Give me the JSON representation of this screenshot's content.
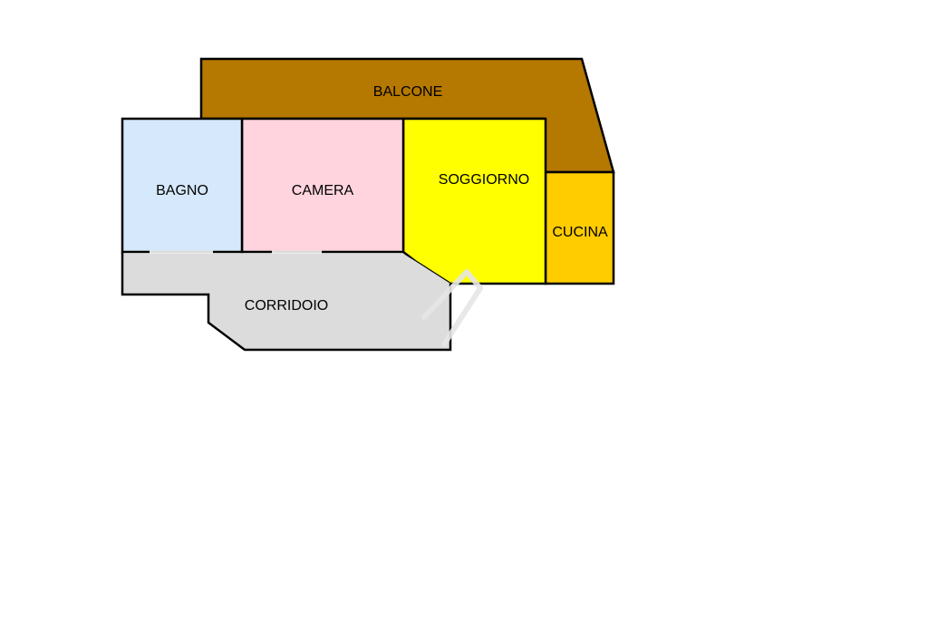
{
  "rooms": {
    "balcone": {
      "label": "BALCONE",
      "color": "#B57800"
    },
    "bagno": {
      "label": "BAGNO",
      "color": "#D6E8FB"
    },
    "camera": {
      "label": "CAMERA",
      "color": "#FFD4DF"
    },
    "soggiorno": {
      "label": "SOGGIORNO",
      "color": "#FFFF00"
    },
    "cucina": {
      "label": "CUCINA",
      "color": "#FFCC00"
    },
    "corridoio": {
      "label": "CORRIDOIO",
      "color": "#DCDCDC"
    }
  },
  "colors": {
    "wall": "#000000",
    "background": "#FFFFFF"
  }
}
